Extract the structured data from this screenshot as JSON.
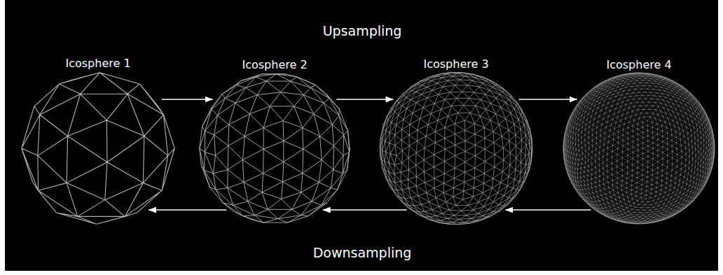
{
  "diagram": {
    "title": "Upsampling",
    "caption": "Downsampling",
    "nodes": [
      {
        "text": [
          "Icosphere 1"
        ]
      },
      {
        "text": [
          "Icosphere 2"
        ]
      },
      {
        "text": [
          "Icosphere 3"
        ]
      },
      {
        "text": [
          "Icosphere 4"
        ]
      }
    ],
    "edges": [
      {
        "from": 0,
        "to": 1,
        "arrow": "to"
      },
      {
        "from": 1,
        "to": 2,
        "arrow": "to"
      },
      {
        "from": 2,
        "to": 3,
        "arrow": "to"
      },
      {
        "from": 1,
        "to": 0,
        "arrow": "to"
      },
      {
        "from": 2,
        "to": 1,
        "arrow": "to"
      },
      {
        "from": 3,
        "to": 2,
        "arrow": "to"
      }
    ]
  }
}
